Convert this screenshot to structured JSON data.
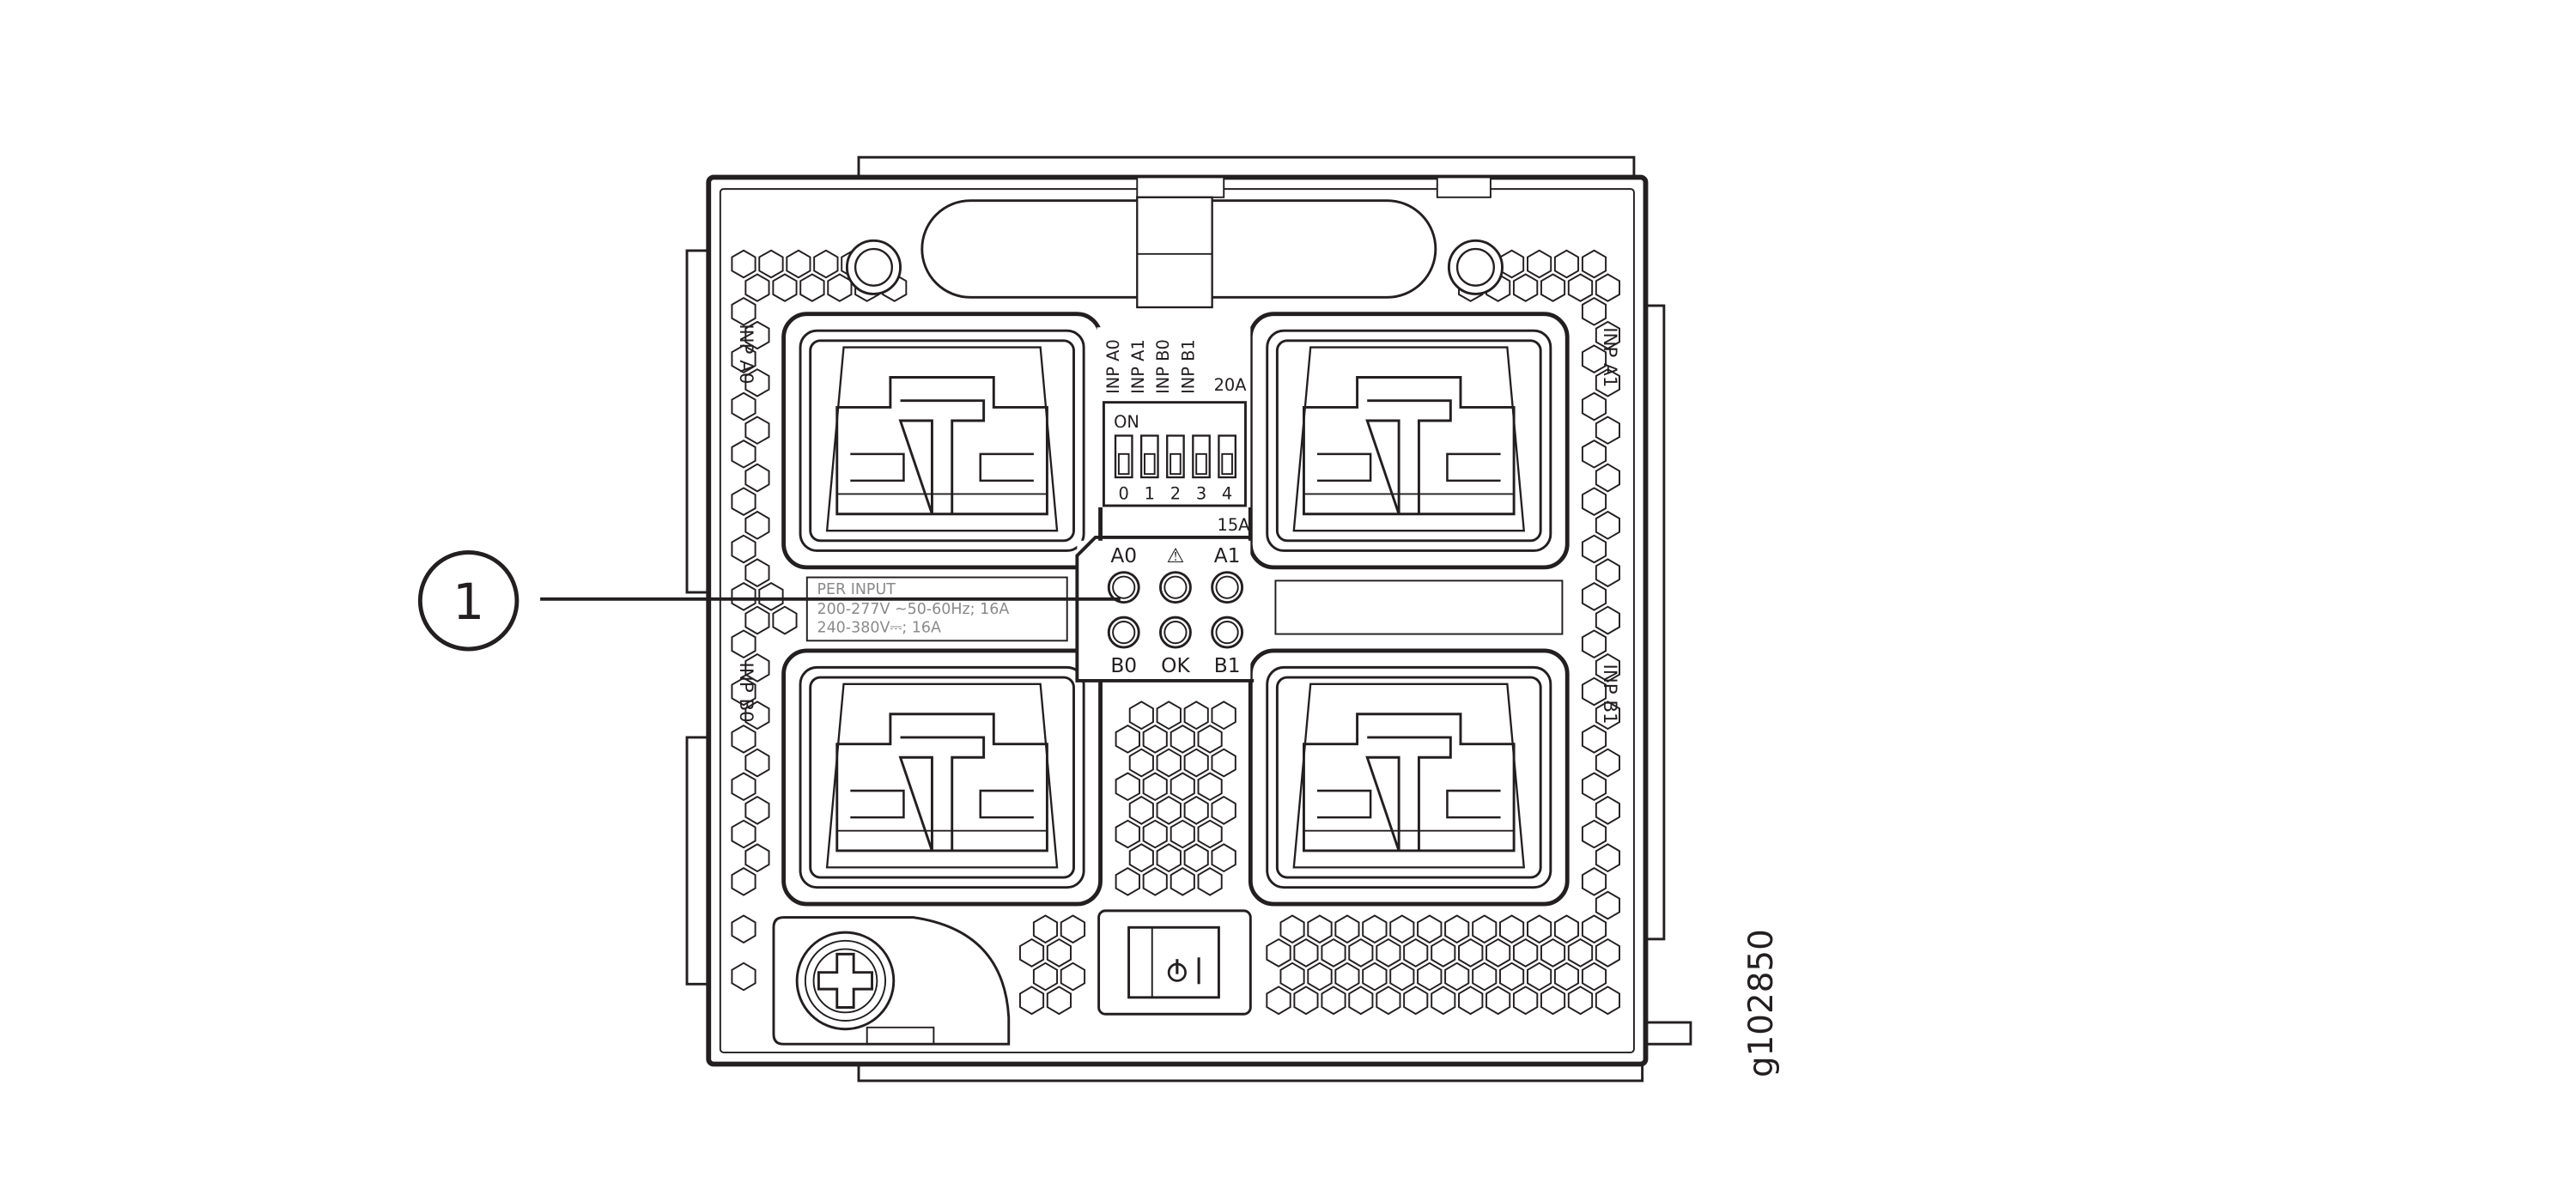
{
  "callout": {
    "number": "1"
  },
  "figure_id": "g102850",
  "inlet_labels": {
    "top_left": "INP A0",
    "top_right": "INP A1",
    "bottom_left": "INP B0",
    "bottom_right": "INP B1"
  },
  "dip_switch": {
    "header_labels": [
      "INP A0",
      "INP A1",
      "INP B0",
      "INP B1"
    ],
    "amp_high": "20A",
    "amp_low": "15A",
    "on_label": "ON",
    "position_labels": [
      "0",
      "1",
      "2",
      "3",
      "4"
    ]
  },
  "rating_label": {
    "title": "PER INPUT",
    "line1": "200-277V ~50-60Hz; 16A",
    "line2": "240-380V⎓; 16A"
  },
  "leds": {
    "top": [
      "A0",
      "⚠",
      "A1"
    ],
    "bottom": [
      "B0",
      "OK",
      "B1"
    ]
  },
  "power_switch_icon": "power-on-off-icon",
  "screw_icon": "captive-screw-icon",
  "colors": {
    "line": "#231f20",
    "background": "#ffffff",
    "label_text": "#8a8a8a"
  }
}
